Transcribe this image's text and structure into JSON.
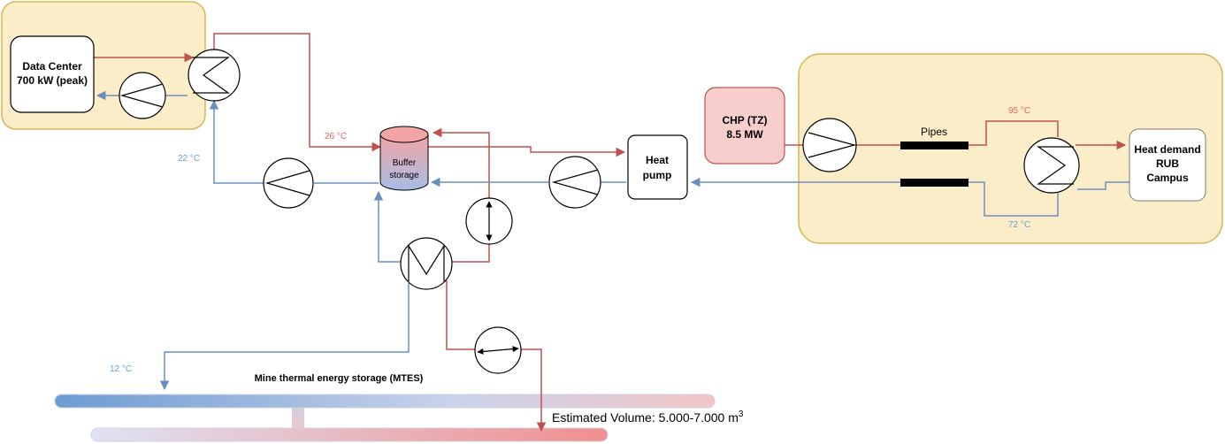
{
  "colors": {
    "hot": "#c0504d",
    "cold": "#6c8ebf",
    "zone_fill": "#fcedc9",
    "zone_stroke": "#d6b656",
    "chp_fill": "#f8cecc",
    "chp_stroke": "#b85450",
    "text": "#000000",
    "hot_label": "#e06666",
    "cold_label": "#6c9bd2"
  },
  "nodes": {
    "data_center": {
      "line1": "Data Center",
      "line2": "700 kW (peak)"
    },
    "buffer": {
      "line1": "Buffer",
      "line2": "storage"
    },
    "heat_pump": {
      "line1": "Heat",
      "line2": "pump"
    },
    "chp": {
      "line1": "CHP (TZ)",
      "line2": "8.5 MW"
    },
    "heat_demand": {
      "line1": "Heat demand",
      "line2": "RUB",
      "line3": "Campus"
    },
    "pipes": "Pipes",
    "mtes": "Mine thermal energy storage (MTES)",
    "volume_text": "Estimated Volume: 5.000-7.000 m",
    "volume_sup": "3"
  },
  "temperatures": {
    "t26": "26 °C",
    "t22": "22 °C",
    "t12": "12 °C",
    "t95": "95 °C",
    "t72": "72 °C"
  }
}
